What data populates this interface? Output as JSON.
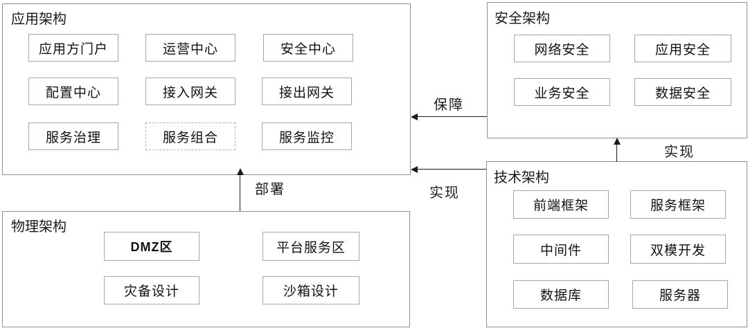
{
  "diagram": {
    "sections": {
      "app": {
        "title": "应用架构",
        "items": [
          "应用方门户",
          "运营中心",
          "安全中心",
          "配置中心",
          "接入网关",
          "接出网关",
          "服务治理",
          "服务组合",
          "服务监控"
        ]
      },
      "security": {
        "title": "安全架构",
        "items": [
          "网络安全",
          "应用安全",
          "业务安全",
          "数据安全"
        ]
      },
      "tech": {
        "title": "技术架构",
        "items": [
          "前端框架",
          "服务框架",
          "中间件",
          "双模开发",
          "数据库",
          "服务器"
        ]
      },
      "physical": {
        "title": "物理架构",
        "items": [
          "DMZ区",
          "平台服务区",
          "灾备设计",
          "沙箱设计"
        ]
      }
    },
    "arrows": {
      "guarantee": {
        "label": "保障",
        "from": "安全架构",
        "to": "应用架构"
      },
      "realize_app": {
        "label": "实现",
        "from": "技术架构",
        "to": "应用架构"
      },
      "realize_security": {
        "label": "实现",
        "from": "技术架构",
        "to": "安全架构"
      },
      "deploy": {
        "label": "部署",
        "from": "物理架构",
        "to": "应用架构"
      }
    },
    "colors": {
      "background": "#ffffff",
      "outer_border": "#909090",
      "inner_border": "#a6a6a6",
      "dashed_border": "#b0b0b0",
      "arrow": "#1a1a1a",
      "text": "#111111"
    }
  }
}
